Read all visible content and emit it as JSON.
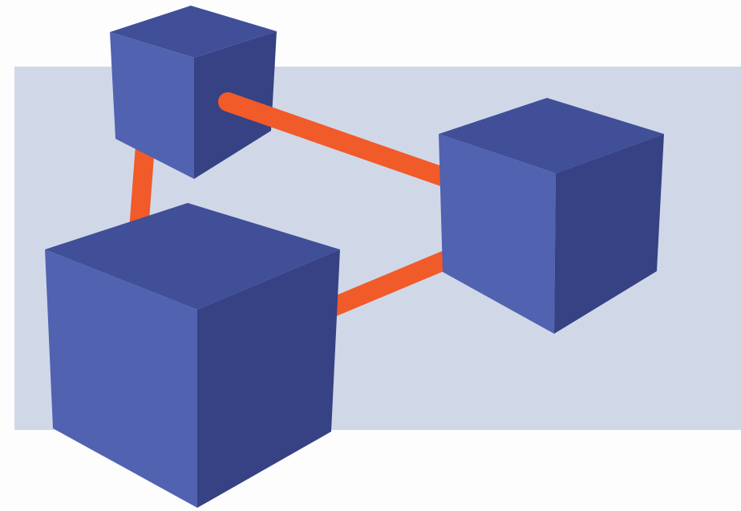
{
  "colors": {
    "page_background": "#fdfdfe",
    "panel_background": "#d0d8e8",
    "cube_top": "#404f98",
    "cube_left": "#5162b0",
    "cube_right": "#364284",
    "connector": "#f15a29"
  },
  "nodes": [
    {
      "id": "cube-top-left",
      "shape": "cube"
    },
    {
      "id": "cube-right",
      "shape": "cube"
    },
    {
      "id": "cube-bottom-left",
      "shape": "cube"
    }
  ],
  "edges": [
    {
      "from": "cube-top-left",
      "to": "cube-bottom-left"
    },
    {
      "from": "cube-top-left",
      "to": "cube-right"
    },
    {
      "from": "cube-right",
      "to": "cube-bottom-left"
    }
  ]
}
